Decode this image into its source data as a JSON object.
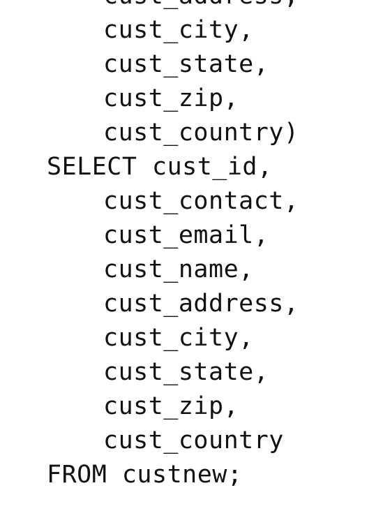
{
  "code": {
    "lines": [
      "cust_address,",
      "cust_city,",
      "cust_state,",
      "cust_zip,",
      "cust_country)",
      "SELECT cust_id,",
      "cust_contact,",
      "cust_email,",
      "cust_name,",
      "cust_address,",
      "cust_city,",
      "cust_state,",
      "cust_zip,",
      "cust_country",
      "FROM custnew;"
    ]
  }
}
